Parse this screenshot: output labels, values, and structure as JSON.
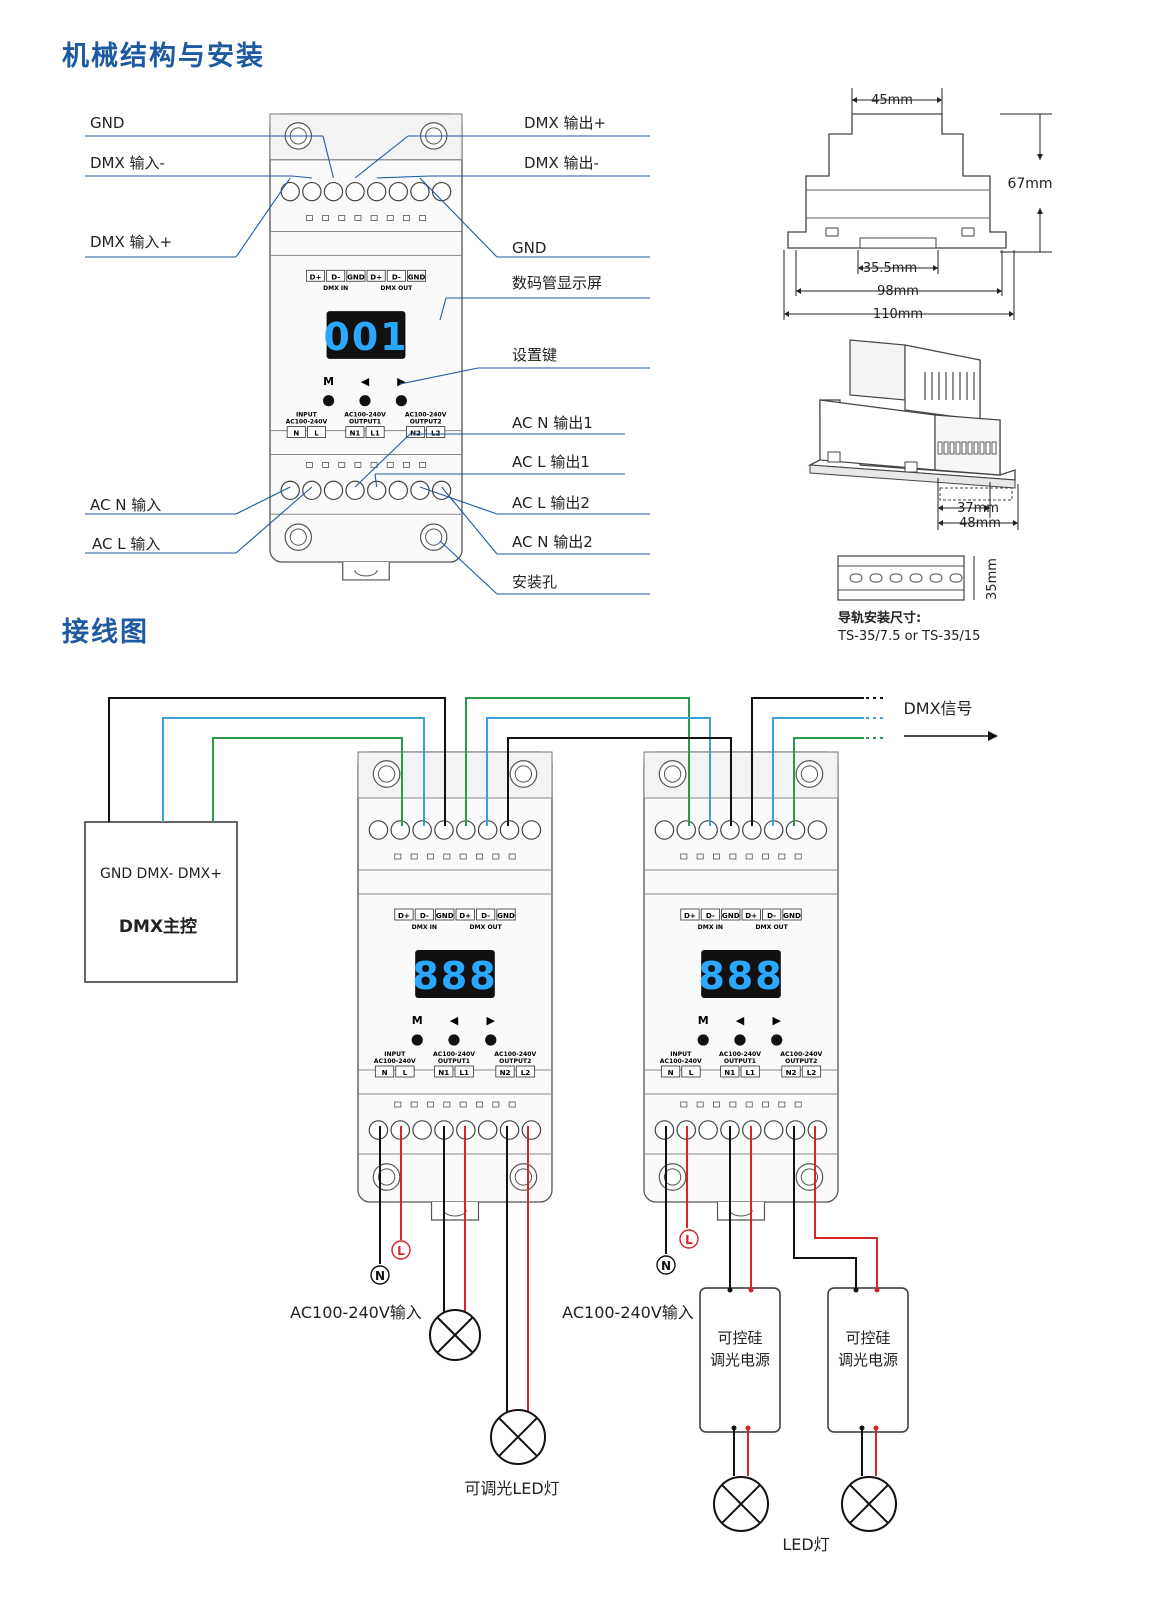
{
  "section1_title": "机械结构与安装",
  "section2_title": "接线图",
  "colors": {
    "blue_line": "#1e5aa0",
    "wire_blue": "#3aa0d8",
    "wire_green": "#2a9a48",
    "wire_red": "#d8232a",
    "display_digits": "#2aa8ff"
  },
  "callouts_left": [
    "GND",
    "DMX 输入-",
    "DMX 输入+",
    "AC N 输入",
    "AC L 输入"
  ],
  "callouts_right": [
    "DMX 输出+",
    "DMX 输出-",
    "GND",
    "数码管显示屏",
    "设置键",
    "AC N 输出1",
    "AC L 输出1",
    "AC L 输出2",
    "AC N 输出2",
    "安装孔"
  ],
  "device": {
    "dmx_terminals": [
      "D+",
      "D-",
      "GND",
      "D+",
      "D-",
      "GND"
    ],
    "dmx_in": "DMX IN",
    "dmx_out": "DMX OUT",
    "display_value": "001",
    "buttons": [
      "M",
      "◀",
      "▶"
    ],
    "input_label": [
      "INPUT",
      "AC100-240V"
    ],
    "output1_label": [
      "AC100-240V",
      "OUTPUT1"
    ],
    "output2_label": [
      "AC100-240V",
      "OUTPUT2"
    ],
    "input_terminals": [
      "N",
      "L"
    ],
    "output1_terminals": [
      "N1",
      "L1"
    ],
    "output2_terminals": [
      "N2",
      "L2"
    ]
  },
  "dimensions": {
    "width_top": "45mm",
    "height": "67mm",
    "inner": "35.5mm",
    "w98": "98mm",
    "w110": "110mm",
    "w37": "37mm",
    "w48": "48mm",
    "rail_height": "35mm",
    "rail_title": "导轨安装尺寸:",
    "rail_spec": "TS-35/7.5 or TS-35/15"
  },
  "wiring": {
    "dmx_master_pins": "GND DMX- DMX+",
    "dmx_master": "DMX主控",
    "dmx_signal": "DMX信号",
    "wiring_display": "888",
    "ac_input": "AC100-240V输入",
    "n_label": "N",
    "l_label": "L",
    "dimmable_led": "可调光LED灯",
    "scr_power": [
      "可控硅",
      "调光电源"
    ],
    "led_lamp": "LED灯"
  }
}
